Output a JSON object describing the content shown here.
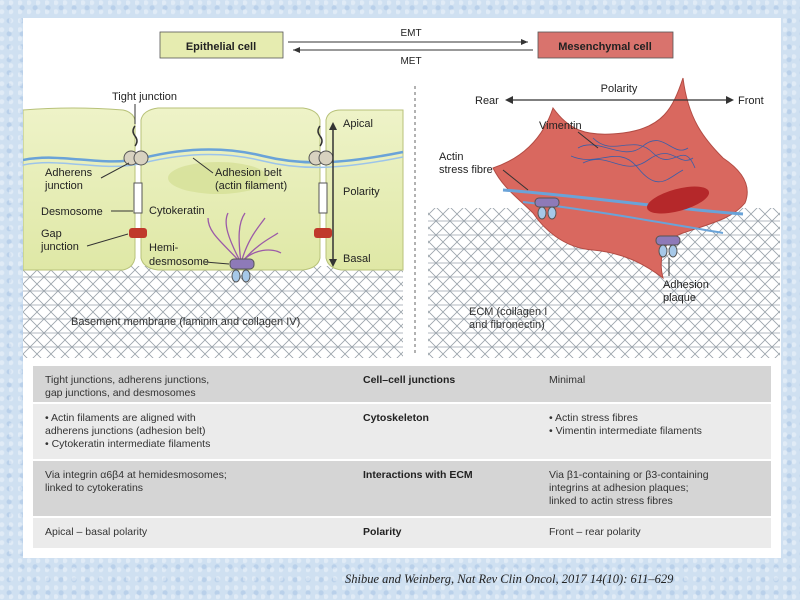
{
  "top": {
    "epithelial": "Epithelial cell",
    "mesenchymal": "Mesenchymal cell",
    "emt": "EMT",
    "met": "MET"
  },
  "left": {
    "tight_junction": "Tight junction",
    "apical": "Apical",
    "polarity": "Polarity",
    "basal": "Basal",
    "adherens_1": "Adherens",
    "adherens_2": "junction",
    "adhesion_belt_1": "Adhesion belt",
    "adhesion_belt_2": "(actin filament)",
    "desmosome": "Desmosome",
    "cytokeratin": "Cytokeratin",
    "gap_1": "Gap",
    "gap_2": "junction",
    "hemi_1": "Hemi-",
    "hemi_2": "desmosome",
    "basement": "Basement membrane  (laminin and collagen IV)"
  },
  "right": {
    "rear": "Rear",
    "front": "Front",
    "polarity": "Polarity",
    "vimentin": "Vimentin",
    "actin_1": "Actin",
    "actin_2": "stress fibre",
    "adhesion_plaque_1": "Adhesion",
    "adhesion_plaque_2": "plaque",
    "ecm_1": "ECM (collagen I",
    "ecm_2": "and fibronectin)"
  },
  "table": [
    {
      "left": "Tight junctions, adherens junctions,\ngap junctions, and desmosomes",
      "middle": "Cell–cell junctions",
      "right": "Minimal"
    },
    {
      "left": "• Actin filaments are aligned with\n   adherens junctions (adhesion belt)\n• Cytokeratin intermediate filaments",
      "middle": "Cytoskeleton",
      "right": "• Actin stress fibres\n• Vimentin intermediate filaments"
    },
    {
      "left": "Via integrin α6β4 at hemidesmosomes;\nlinked to cytokeratins",
      "middle": "Interactions with ECM",
      "right": "Via β1-containing or β3-containing\nintegrins at adhesion plaques;\nlinked to actin stress fibres"
    },
    {
      "left": "Apical – basal polarity",
      "middle": "Polarity",
      "right": "Front – rear polarity"
    }
  ],
  "citation": "Shibue and Weinberg, Nat Rev Clin Oncol, 2017 14(10): 611–629"
}
